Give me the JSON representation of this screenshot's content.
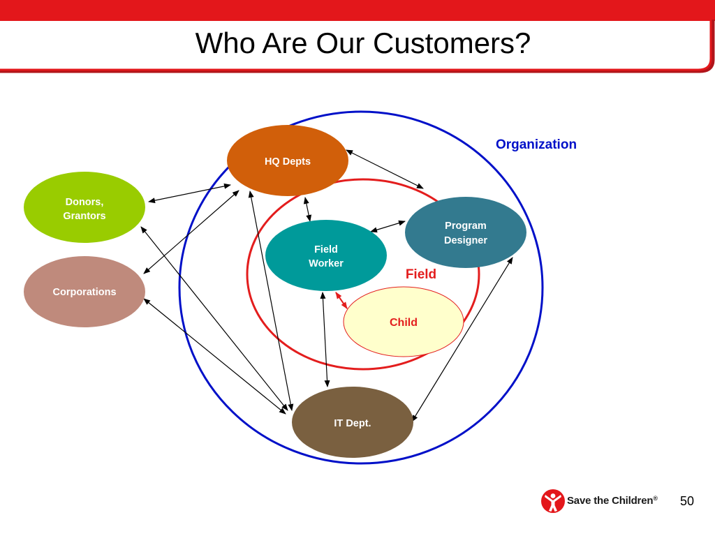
{
  "slide": {
    "title": "Who Are Our Customers?",
    "page_number": "50",
    "brand": "Save the Children",
    "brand_mark": "®"
  },
  "colors": {
    "title_bar": "#e3171b",
    "organization_ring": "#0010c8",
    "field_ring": "#e31d1d",
    "hq_depts": "#d15f0a",
    "donors": "#99cc00",
    "corporations": "#bf8a7c",
    "field_worker": "#009a9a",
    "program_designer": "#337a8f",
    "child_fill": "#ffffcc",
    "child_text": "#e31d1d",
    "it_dept": "#7a6040",
    "logo_red": "#e3171b"
  },
  "diagram": {
    "regions": {
      "organization": "Organization",
      "field": "Field"
    },
    "nodes": {
      "hq_depts": [
        "HQ Depts"
      ],
      "donors": [
        "Donors,",
        "Grantors"
      ],
      "corporations": [
        "Corporations"
      ],
      "field_worker": [
        "Field",
        "Worker"
      ],
      "program_designer": [
        "Program",
        "Designer"
      ],
      "child": [
        "Child"
      ],
      "it_dept": [
        "IT Dept."
      ]
    },
    "edges": [
      {
        "from": "donors",
        "to": "hq_depts"
      },
      {
        "from": "corporations",
        "to": "hq_depts"
      },
      {
        "from": "hq_depts",
        "to": "program_designer"
      },
      {
        "from": "hq_depts",
        "to": "field_worker"
      },
      {
        "from": "hq_depts",
        "to": "it_dept"
      },
      {
        "from": "donors",
        "to": "it_dept"
      },
      {
        "from": "corporations",
        "to": "it_dept"
      },
      {
        "from": "field_worker",
        "to": "program_designer"
      },
      {
        "from": "field_worker",
        "to": "child"
      },
      {
        "from": "field_worker",
        "to": "it_dept"
      },
      {
        "from": "program_designer",
        "to": "it_dept"
      }
    ]
  }
}
